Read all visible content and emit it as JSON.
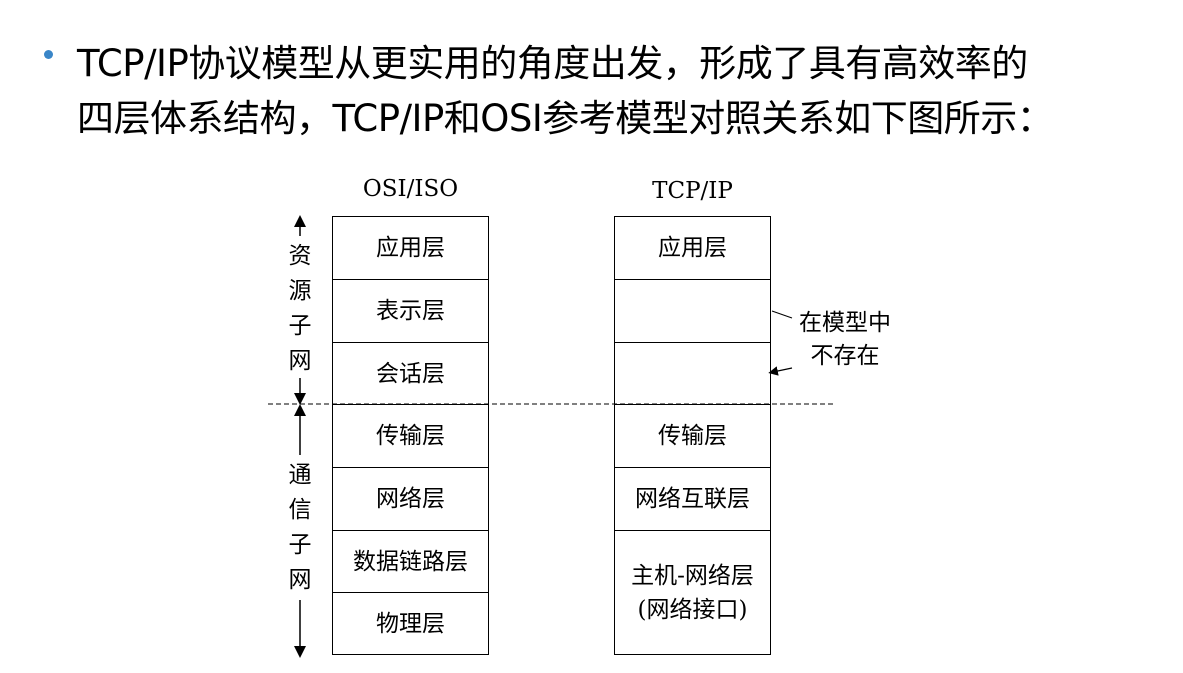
{
  "headline": {
    "line1": "TCP/IP协议模型从更实用的角度出发，形成了具有高效率的",
    "line2": "四层体系结构，TCP/IP和OSI参考模型对照关系如下图所示："
  },
  "diagram": {
    "osi_title": "OSI/ISO",
    "tcpip_title": "TCP/IP",
    "osi_layers": [
      "应用层",
      "表示层",
      "会话层",
      "传输层",
      "网络层",
      "数据链路层",
      "物理层"
    ],
    "tcpip_layers": {
      "application": "应用层",
      "transport": "传输层",
      "internet": "网络互联层",
      "host_network_line1": "主机-网络层",
      "host_network_line2": "(网络接口)"
    },
    "resource_subnet": [
      "资",
      "源",
      "子",
      "网"
    ],
    "comm_subnet": [
      "通",
      "信",
      "子",
      "网"
    ],
    "note_line1": "在模型中",
    "note_line2": "不存在"
  }
}
